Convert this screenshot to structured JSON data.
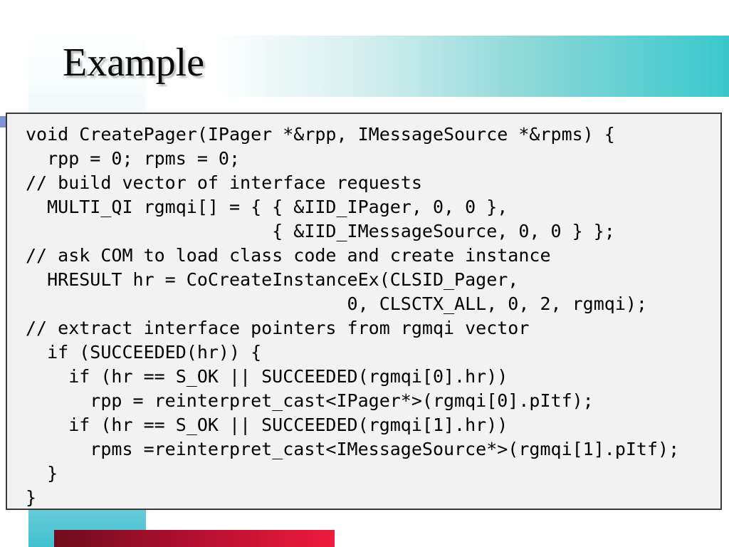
{
  "slide": {
    "title": "Example",
    "colors": {
      "title_band_end": "#39c8cc",
      "accent_bar": "#ee1b3c",
      "code_background": "#f2f2f2"
    }
  },
  "code": {
    "lines": [
      "void CreatePager(IPager *&rpp, IMessageSource *&rpms) {",
      "  rpp = 0; rpms = 0;",
      "// build vector of interface requests",
      "  MULTI_QI rgmqi[] = { { &IID_IPager, 0, 0 },",
      "                       { &IID_IMessageSource, 0, 0 } };",
      "// ask COM to load class code and create instance",
      "  HRESULT hr = CoCreateInstanceEx(CLSID_Pager,",
      "                              0, CLSCTX_ALL, 0, 2, rgmqi);",
      "// extract interface pointers from rgmqi vector",
      "  if (SUCCEEDED(hr)) {",
      "    if (hr == S_OK || SUCCEEDED(rgmqi[0].hr))",
      "      rpp = reinterpret_cast<IPager*>(rgmqi[0].pItf);",
      "    if (hr == S_OK || SUCCEEDED(rgmqi[1].hr))",
      "      rpms =reinterpret_cast<IMessageSource*>(rgmqi[1].pItf);",
      "  }",
      "}"
    ]
  }
}
